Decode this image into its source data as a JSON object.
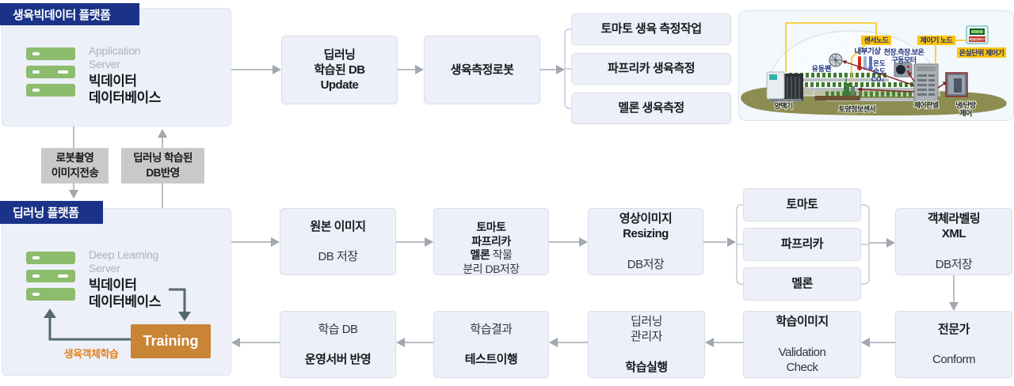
{
  "colors": {
    "navy": "#1a3288",
    "box_fill": "#edf0f8",
    "server_green": "#8cbc6c",
    "training_orange": "#c98436",
    "note_orange": "#e2821c",
    "arrow_gray": "#b9bdc5",
    "dark_arrow": "#56696f",
    "gray_label": "#c9c9c9",
    "greenhouse_yellow": "#fdc50f"
  },
  "platforms": {
    "growth": {
      "tab": "생육빅데이터 플랫폼",
      "server_type": "Application\nServer",
      "server_name": "빅데이터\n데이터베이스"
    },
    "deep": {
      "tab": "딥러닝 플랫폼",
      "server_type": "Deep Learning\nServer",
      "server_name": "빅데이터\n데이터베이스",
      "training": "Training",
      "training_note": "생육객체학습"
    }
  },
  "transfer_labels": {
    "down": "로봇촬영\n이미지전송",
    "up": "딥러닝 학습된\nDB반영"
  },
  "row1": {
    "db_update": "딥러닝\n학습된 DB\nUpdate",
    "robot": "생육측정로봇",
    "tasks": [
      "토마토 생육 측정작업",
      "파프리카 생육측정",
      "멜론 생육측정"
    ]
  },
  "row2": {
    "origin": {
      "bold": "원본 이미지",
      "rest": "DB 저장"
    },
    "split": {
      "bold": "토마토\n파프리카\n멜론",
      "rest": " 작물\n분리 DB저장"
    },
    "resize": {
      "bold": "영상이미지\nResizing",
      "rest": "DB저장"
    },
    "crops": [
      "토마토",
      "파프리카",
      "멜론"
    ],
    "labeling": {
      "bold": "객체라벨링\nXML",
      "rest": "DB저장"
    }
  },
  "row3": {
    "expert": {
      "bold": "전문가",
      "rest": "Conform"
    },
    "validation": {
      "bold": "학습이미지",
      "rest": "Validation\nCheck"
    },
    "train_exec": {
      "rest": "딥러닝\n관리자",
      "bold": "학습실행"
    },
    "test": {
      "rest": "학습결과",
      "bold": "테스트이행"
    },
    "deploy": {
      "rest": "학습 DB",
      "bold": "운영서버 반영"
    }
  },
  "greenhouse": {
    "labels_yellow": [
      "센서노드",
      "제어기 노드",
      "온실단위 제어기"
    ],
    "device_label": "복합환경제어기",
    "ann": {
      "weather": "내부기상",
      "motor1": "천장.측장.보온",
      "motor2": "구동모터",
      "temp": "온도",
      "humid": "습도",
      "co2": "CO₂",
      "fan": "유동팬"
    },
    "ground": [
      "양액기",
      "토양정보센서",
      "제어판넬",
      "냉/난방",
      "제어"
    ]
  }
}
